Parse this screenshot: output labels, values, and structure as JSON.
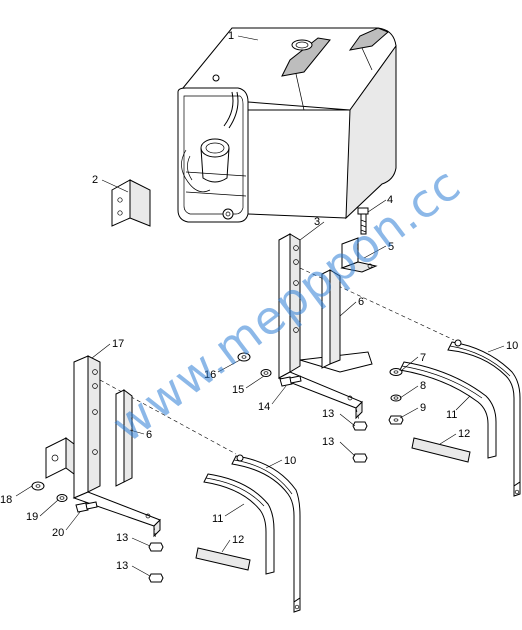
{
  "watermark": "www.mepppon.cc",
  "callouts": [
    {
      "id": "c1",
      "label": "1"
    },
    {
      "id": "c2",
      "label": "2"
    },
    {
      "id": "c3",
      "label": "3"
    },
    {
      "id": "c4",
      "label": "4"
    },
    {
      "id": "c5",
      "label": "5"
    },
    {
      "id": "c6a",
      "label": "6"
    },
    {
      "id": "c6b",
      "label": "6"
    },
    {
      "id": "c7",
      "label": "7"
    },
    {
      "id": "c8",
      "label": "8"
    },
    {
      "id": "c9",
      "label": "9"
    },
    {
      "id": "c10a",
      "label": "10"
    },
    {
      "id": "c10b",
      "label": "10"
    },
    {
      "id": "c11a",
      "label": "11"
    },
    {
      "id": "c11b",
      "label": "11"
    },
    {
      "id": "c12a",
      "label": "12"
    },
    {
      "id": "c12b",
      "label": "12"
    },
    {
      "id": "c13a",
      "label": "13"
    },
    {
      "id": "c13b",
      "label": "13"
    },
    {
      "id": "c13c",
      "label": "13"
    },
    {
      "id": "c13d",
      "label": "13"
    },
    {
      "id": "c14",
      "label": "14"
    },
    {
      "id": "c15",
      "label": "15"
    },
    {
      "id": "c16",
      "label": "16"
    },
    {
      "id": "c17",
      "label": "17"
    },
    {
      "id": "c18",
      "label": "18"
    },
    {
      "id": "c19",
      "label": "19"
    },
    {
      "id": "c20",
      "label": "20"
    }
  ]
}
